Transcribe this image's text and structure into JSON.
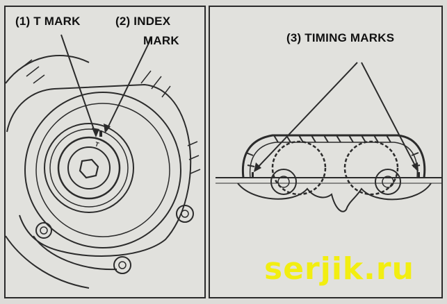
{
  "left_panel": {
    "label_t_mark": "(1) T MARK",
    "label_index_line1": "(2) INDEX",
    "label_index_line2": "MARK",
    "stamp_text": "T"
  },
  "right_panel": {
    "label_timing_marks": "(3) TIMING MARKS"
  },
  "watermark": "serjik.ru"
}
